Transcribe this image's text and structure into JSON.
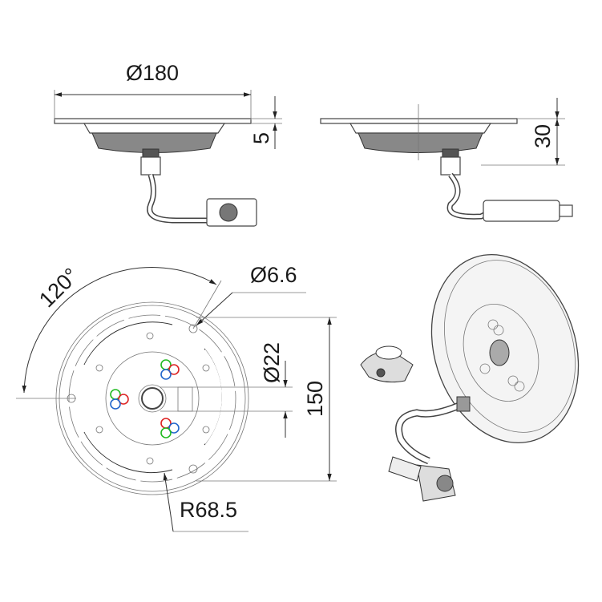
{
  "dimensions": {
    "diameter_outer": "Ø180",
    "flange_thickness": "5",
    "height": "30",
    "angle": "120°",
    "hole_diameter": "Ø6.6",
    "center_diameter": "Ø22",
    "hole_spacing": "150",
    "slot_radius": "R68.5"
  },
  "colors": {
    "led_red": "#d22",
    "led_green": "#2b2",
    "led_blue": "#26c"
  }
}
